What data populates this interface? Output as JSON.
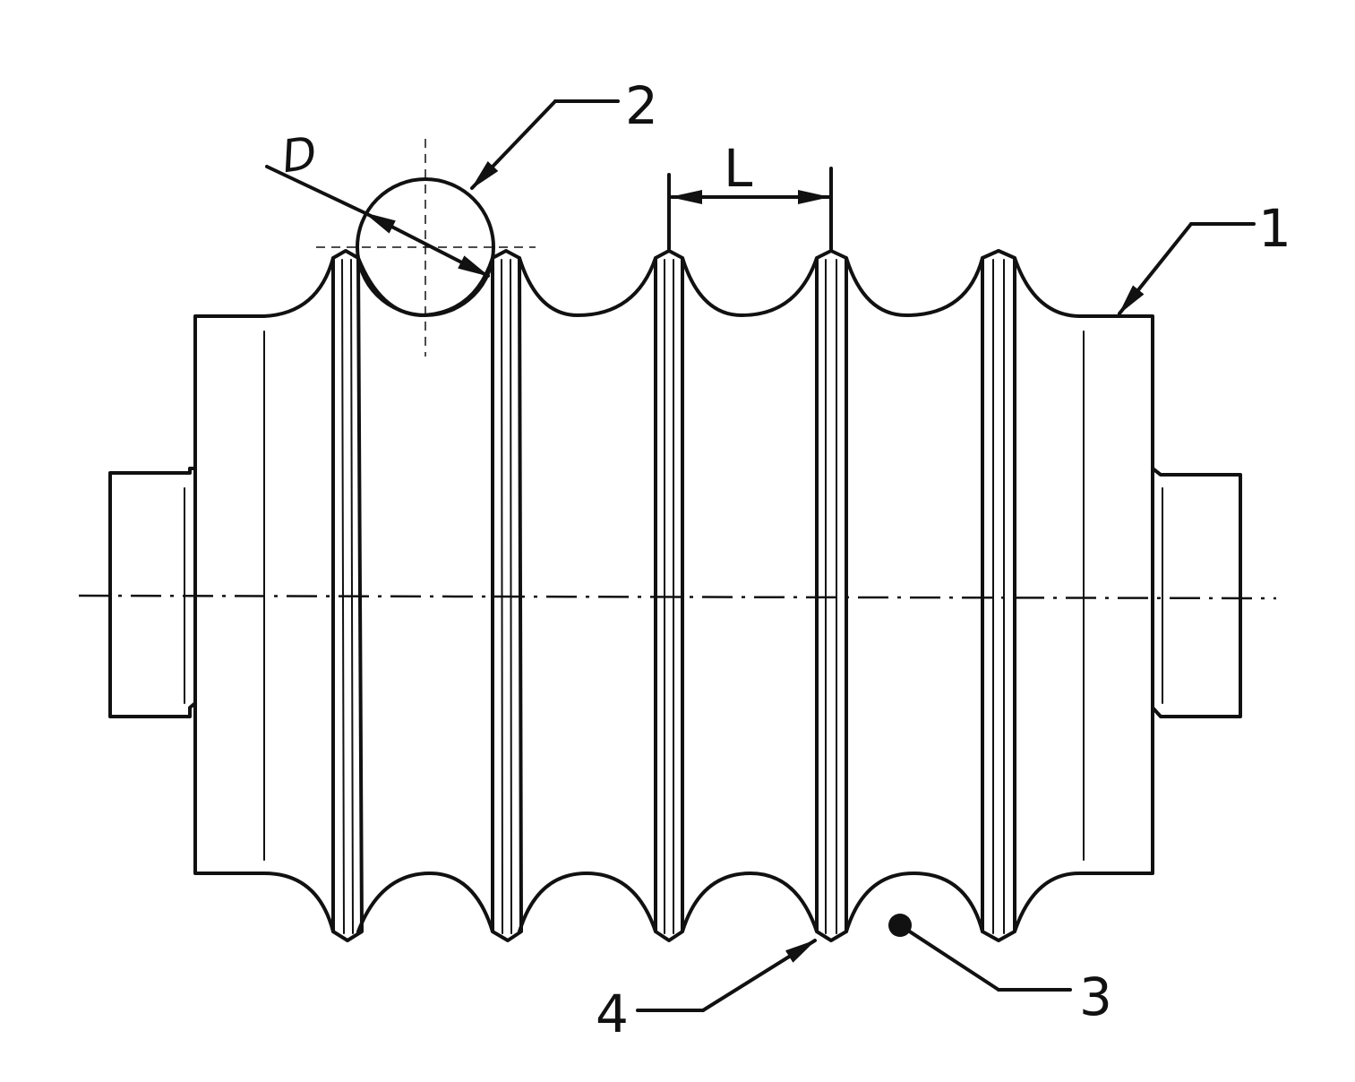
{
  "figure": {
    "labels": {
      "part_1": "1",
      "part_2": "2",
      "part_3": "3",
      "part_4": "4",
      "diameter": "D",
      "pitch": "L"
    }
  }
}
